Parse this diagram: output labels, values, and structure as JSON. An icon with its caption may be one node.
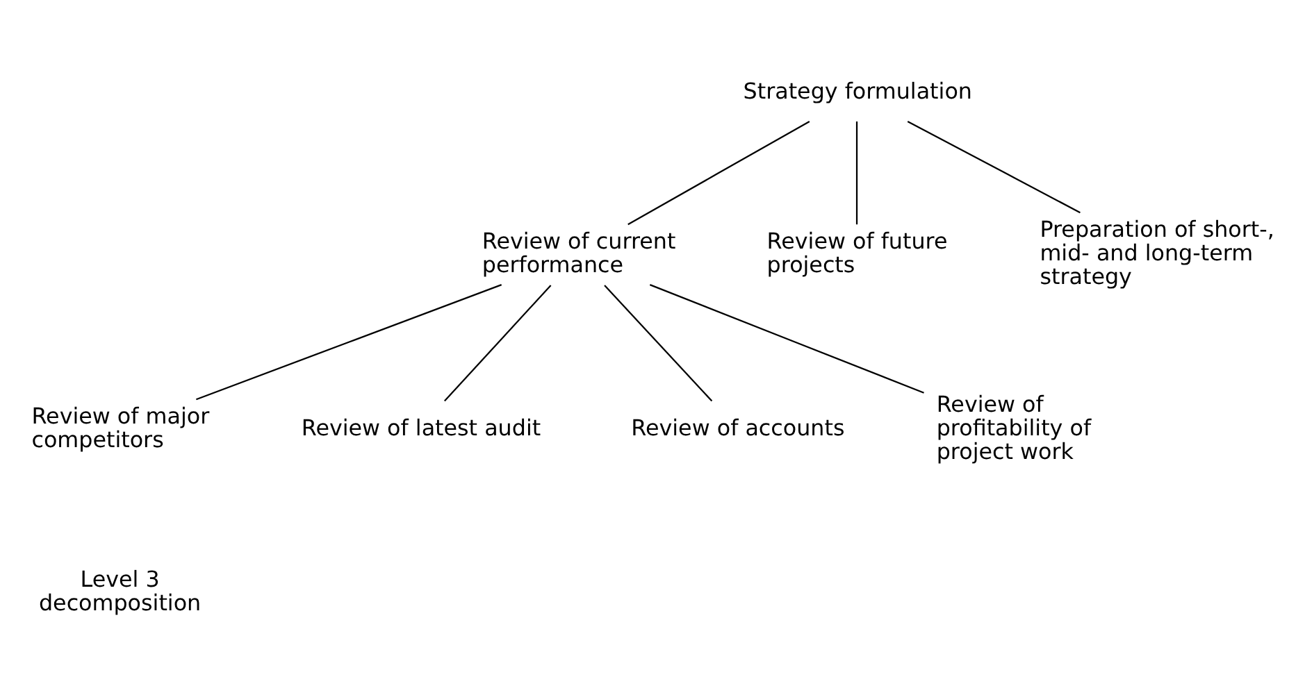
{
  "diagram": {
    "nodes": [
      {
        "text": [
          "Strategy formulation"
        ]
      },
      {
        "text": [
          "Review of current performance"
        ]
      },
      {
        "text": [
          "Review of future projects"
        ]
      },
      {
        "text": [
          "Preparation of short-, mid- and long-term strategy"
        ]
      },
      {
        "text": [
          "Review of major competitors"
        ]
      },
      {
        "text": [
          "Review of latest audit"
        ]
      },
      {
        "text": [
          "Review of accounts"
        ]
      },
      {
        "text": [
          "Review of profitability of project work"
        ]
      }
    ],
    "edges": [
      {
        "from": 0,
        "to": 1,
        "arrow": "none"
      },
      {
        "from": 0,
        "to": 2,
        "arrow": "none"
      },
      {
        "from": 0,
        "to": 3,
        "arrow": "none"
      },
      {
        "from": 1,
        "to": 4,
        "arrow": "none"
      },
      {
        "from": 1,
        "to": 5,
        "arrow": "none"
      },
      {
        "from": 1,
        "to": 6,
        "arrow": "none"
      },
      {
        "from": 1,
        "to": 7,
        "arrow": "none"
      }
    ],
    "labels": [
      "Level 3 decomposition"
    ]
  }
}
